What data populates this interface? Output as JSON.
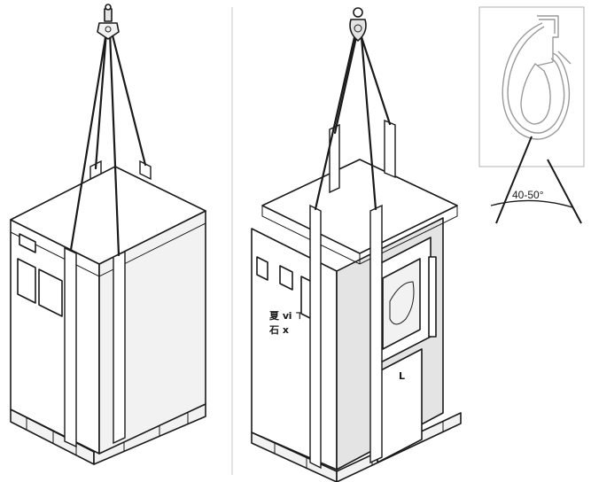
{
  "angle_label": "40-50°",
  "crate_marking": {
    "line1": "夏 ⅵ ⊤",
    "line2": "石 ⅹ"
  },
  "door_mark": "L"
}
